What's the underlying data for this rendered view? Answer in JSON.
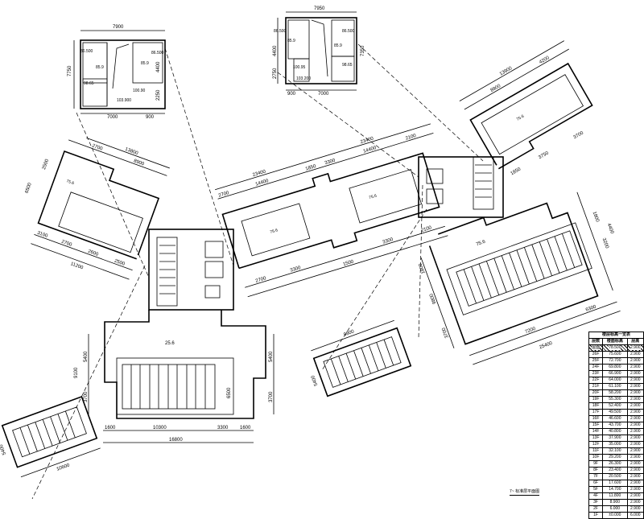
{
  "drawing_title": "7~ 标准层平面图",
  "inset_left": {
    "dims": [
      "7900",
      "7750",
      "4400",
      "2250",
      "7000",
      "900"
    ],
    "levels": [
      "86.500",
      "86.500",
      "85.9",
      "85.9",
      "98.65",
      "100.90",
      "103.900"
    ]
  },
  "inset_right": {
    "dims": [
      "7950",
      "4400",
      "2750",
      "7000",
      "900",
      "7350"
    ],
    "levels": [
      "86.500",
      "86.500",
      "85.9",
      "85.9",
      "98.65",
      "100.95",
      "103.200"
    ]
  },
  "core_wing": {
    "label": "25.6",
    "dims": [
      "16800",
      "10300",
      "3300",
      "1600",
      "1600",
      "5400",
      "9100",
      "3700",
      "5400",
      "3700",
      "6500"
    ]
  },
  "middle_wing": {
    "dims": [
      "23400",
      "14400",
      "2700",
      "1850",
      "3300",
      "2100",
      "23400",
      "14400",
      "2700",
      "3300",
      "3300",
      "2100",
      "1500"
    ],
    "levels": [
      "75.6",
      "75.6"
    ]
  },
  "left_wing": {
    "dims": [
      "13800",
      "8900",
      "2700",
      "2500",
      "6500",
      "3100",
      "2700",
      "2600",
      "2500",
      "11200"
    ],
    "levels": [
      "75.6"
    ]
  },
  "right_upper_wing": {
    "dims": [
      "13900",
      "8900",
      "4200",
      "1850",
      "3750",
      "3700"
    ],
    "levels": [
      "75.6"
    ]
  },
  "right_lower_wing": {
    "label": "75.6",
    "dims": [
      "7200",
      "25400",
      "6300",
      "1800",
      "3200",
      "4400",
      "9800",
      "1800",
      "3700"
    ]
  },
  "small_pool_left": {
    "dims": [
      "10600",
      "5400"
    ]
  },
  "small_pool_mid": {
    "dims": [
      "9800",
      "5400"
    ]
  },
  "level_table": {
    "title": "楼层标高一览表",
    "headers": [
      "层数",
      "楼面标高",
      "层高"
    ],
    "roof_row": [
      "屋面",
      "78.500",
      "2.900"
    ],
    "rows": [
      [
        "26F",
        "75.600",
        "2.900"
      ],
      [
        "25F",
        "72.700",
        "2.900"
      ],
      [
        "24F",
        "69.800",
        "2.900"
      ],
      [
        "23F",
        "66.900",
        "2.900"
      ],
      [
        "22F",
        "64.000",
        "2.900"
      ],
      [
        "21F",
        "61.100",
        "2.900"
      ],
      [
        "20F",
        "58.200",
        "2.900"
      ],
      [
        "19F",
        "55.300",
        "2.900"
      ],
      [
        "18F",
        "52.400",
        "2.900"
      ],
      [
        "17F",
        "49.500",
        "2.900"
      ],
      [
        "16F",
        "46.600",
        "2.900"
      ],
      [
        "15F",
        "43.700",
        "2.900"
      ],
      [
        "14F",
        "40.800",
        "2.900"
      ],
      [
        "13F",
        "37.900",
        "2.900"
      ],
      [
        "12F",
        "35.000",
        "2.900"
      ],
      [
        "11F",
        "32.100",
        "2.900"
      ],
      [
        "10F",
        "29.200",
        "2.900"
      ],
      [
        "9F",
        "26.300",
        "2.900"
      ],
      [
        "8F",
        "23.400",
        "2.900"
      ],
      [
        "7F",
        "20.500",
        "2.900"
      ],
      [
        "6F",
        "17.600",
        "2.900"
      ],
      [
        "5F",
        "14.700",
        "2.900"
      ],
      [
        "4F",
        "11.800",
        "2.900"
      ],
      [
        "3F",
        "8.900",
        "2.900"
      ],
      [
        "2F",
        "6.000",
        "2.900"
      ],
      [
        "1F",
        "±0.000",
        "6.000"
      ]
    ]
  }
}
